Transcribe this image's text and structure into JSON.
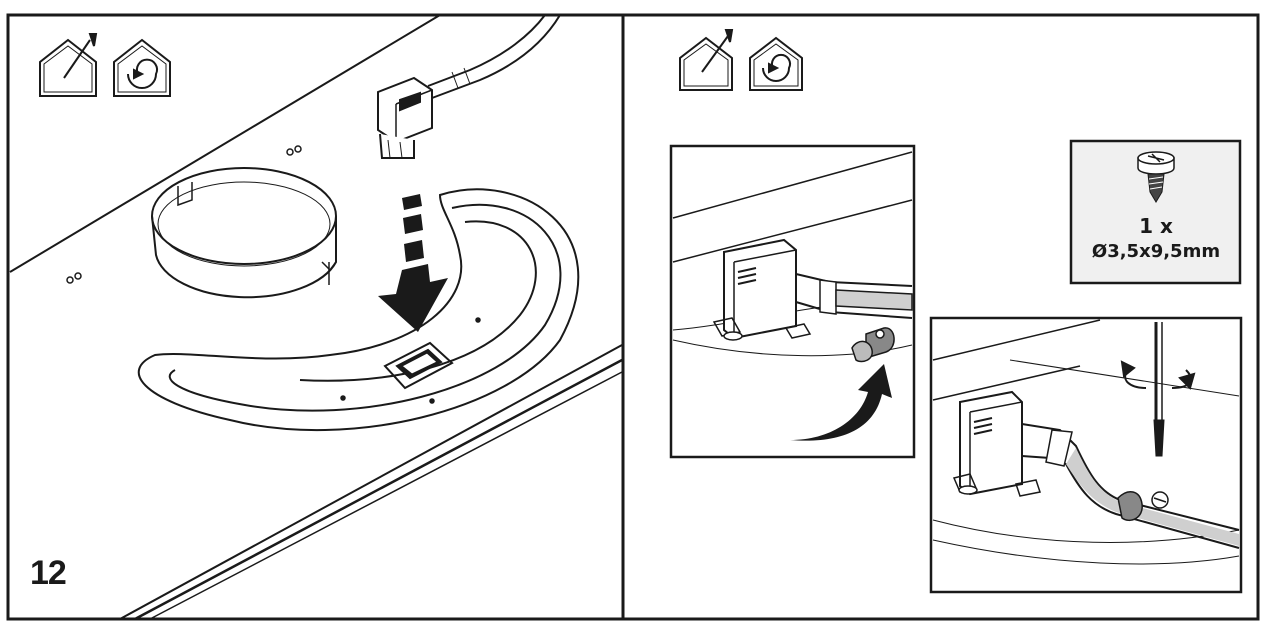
{
  "step": {
    "number": "12"
  },
  "screw": {
    "quantity": "1 x",
    "size": "Ø3,5x9,5mm"
  },
  "icons": {
    "left_panel": [
      "house-exhaust-icon",
      "house-recirculation-icon"
    ],
    "right_panel": [
      "house-exhaust-icon",
      "house-recirculation-icon",
      "screw-icon",
      "rotate-arrows-icon",
      "arrow-down-icon",
      "curved-arrow-icon"
    ]
  },
  "colors": {
    "line": "#1a1a1a",
    "background": "#ffffff",
    "grey": "#cfcfcf"
  }
}
